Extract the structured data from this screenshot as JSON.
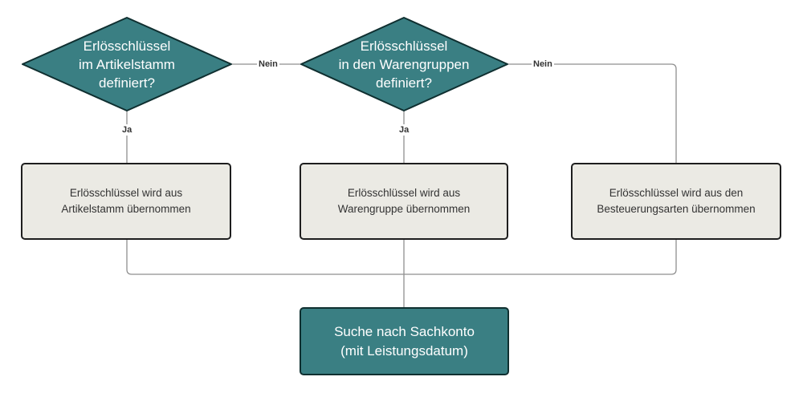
{
  "colors": {
    "decision_fill": "#3a7f83",
    "decision_stroke": "#0f2f30",
    "process_fill": "#ebeae4",
    "process_stroke": "#1e1e1e",
    "connector": "#8f8f8f"
  },
  "decisions": [
    {
      "text": "Erlösschlüssel\nim Artikelstamm\ndefiniert?"
    },
    {
      "text": "Erlösschlüssel\nin den Warengruppen\ndefiniert?"
    }
  ],
  "processes": [
    {
      "text": "Erlösschlüssel wird aus\nArtikelstamm übernommen"
    },
    {
      "text": "Erlösschlüssel wird aus\nWarengruppe übernommen"
    },
    {
      "text": "Erlösschlüssel wird aus den\nBesteuerungsarten übernommen"
    }
  ],
  "final": {
    "text": "Suche nach Sachkonto\n(mit Leistungsdatum)"
  },
  "labels": {
    "no_1": "Nein",
    "no_2": "Nein",
    "yes_1": "Ja",
    "yes_2": "Ja"
  }
}
